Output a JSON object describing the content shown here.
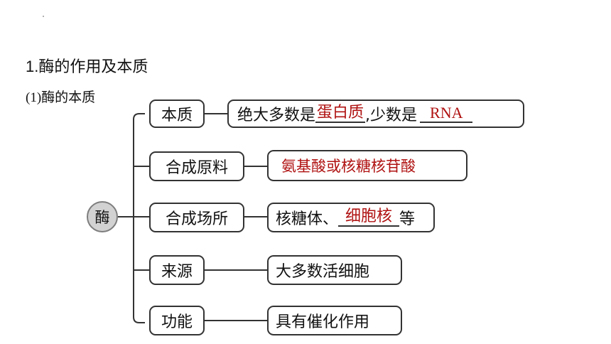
{
  "heading": "1.酶的作用及本质",
  "subheading": "(1)酶的本质",
  "center": "酶",
  "rows": [
    {
      "label": "本质",
      "content": {
        "prefix": "绝大多数是",
        "answer1": "蛋白质",
        "middle": ",少数是",
        "answer2": "RNA"
      }
    },
    {
      "label": "合成原料",
      "content": {
        "answer": "氨基酸或核糖核苷酸"
      }
    },
    {
      "label": "合成场所",
      "content": {
        "prefix": "核糖体、",
        "answer": "细胞核",
        "suffix": "等"
      }
    },
    {
      "label": "来源",
      "content": {
        "text": "大多数活细胞"
      }
    },
    {
      "label": "功能",
      "content": {
        "text": "具有催化作用"
      }
    }
  ],
  "colors": {
    "answer": "#b01212",
    "line": "#333333",
    "circle_fill": "#d2d2d2"
  }
}
